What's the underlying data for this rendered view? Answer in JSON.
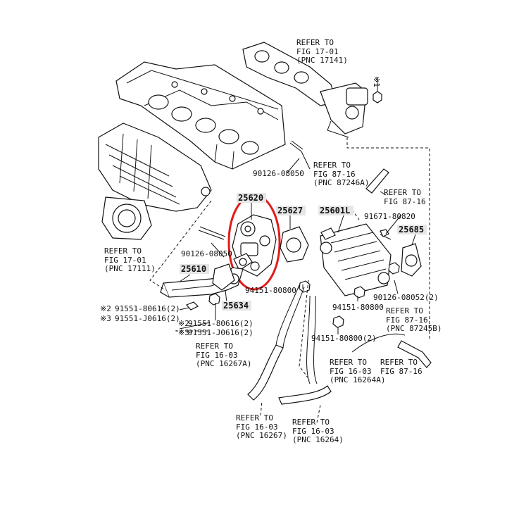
{
  "highlight_color": "#e21b1b",
  "callouts": {
    "ref_17141": {
      "line1": "REFER TO",
      "line2": "FIG 17-01",
      "line3": "(PNC 17141)"
    },
    "ref_87246a": {
      "line1": "REFER TO",
      "line2": "FIG 87-16",
      "line3": "(PNC 87246A)"
    },
    "ref_87_16_top": {
      "line1": "REFER TO",
      "line2": "FIG 87-16"
    },
    "ref_17111": {
      "line1": "REFER TO",
      "line2": "FIG 17-01",
      "line3": "(PNC 17111)"
    },
    "ref_87245b": {
      "line1": "REFER TO",
      "line2": "FIG 87-16",
      "line3": "(PNC 87245B)"
    },
    "ref_16267a": {
      "line1": "REFER TO",
      "line2": "FIG 16-03",
      "line3": "(PNC 16267A)"
    },
    "ref_16264a": {
      "line1": "REFER TO",
      "line2": "FIG 16-03",
      "line3": "(PNC 16264A)"
    },
    "ref_87_16_right": {
      "line1": "REFER TO",
      "line2": "FIG 87-16"
    },
    "ref_16267": {
      "line1": "REFER TO",
      "line2": "FIG 16-03",
      "line3": "(PNC 16267)"
    },
    "ref_16264": {
      "line1": "REFER TO",
      "line2": "FIG 16-03",
      "line3": "(PNC 16264)"
    }
  },
  "parts": {
    "p25620": "25620",
    "p25627": "25627",
    "p25601l": "25601L",
    "p25685": "25685",
    "p25610": "25610",
    "p25634": "25634",
    "p90126_08050": "90126-08050",
    "p90126_080xx": "90126-08050",
    "p91671_80820": "91671-80820",
    "p90126_08052": "90126-08052(2)",
    "p94151_80800_a": "94151-80800",
    "p94151_80800_b": "94151-80800",
    "p94151_80800_c": "94151-80800(2)",
    "p91551_80616_a": "91551-80616(2)",
    "p91551_j0616_a": "91551-J0616(2)",
    "p91551_80616_b": "91551-80616(2)",
    "p91551_j0616_b": "91551-J0616(2)"
  },
  "markers": {
    "m2": "※2",
    "m3": "※3",
    "m1": "※1"
  }
}
